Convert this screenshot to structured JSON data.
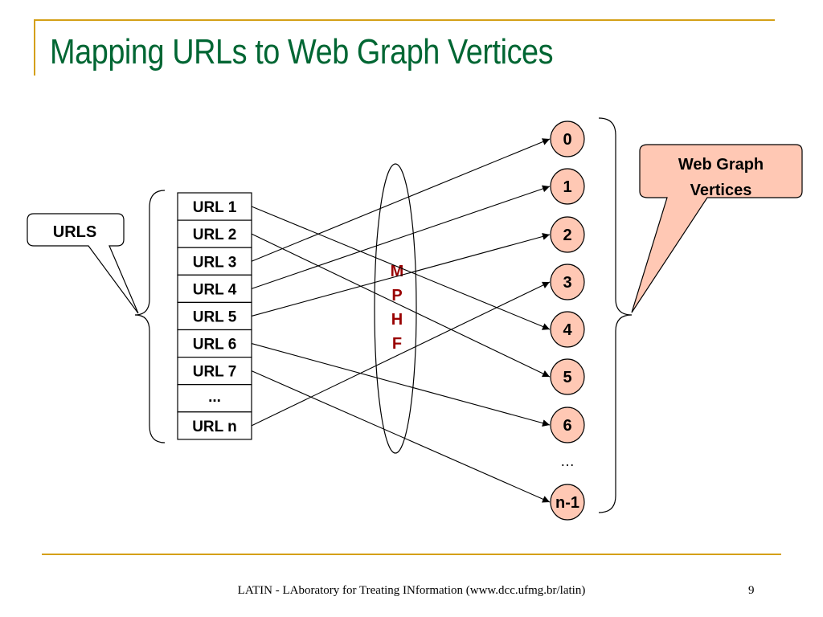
{
  "slide": {
    "title": "Mapping URLs to Web Graph Vertices",
    "footer": "LATIN - LAboratory for Treating INformation (www.dcc.ufmg.br/latin)",
    "page_number": "9"
  },
  "diagram": {
    "urls_callout": "URLS",
    "vertices_callout_line1": "Web Graph",
    "vertices_callout_line2": "Vertices",
    "mphf_letters": [
      "M",
      "P",
      "H",
      "F"
    ],
    "url_cells": [
      "URL 1",
      "URL 2",
      "URL 3",
      "URL 4",
      "URL 5",
      "URL 6",
      "URL 7",
      "...",
      "URL n"
    ],
    "vertex_nodes": [
      "0",
      "1",
      "2",
      "3",
      "4",
      "5",
      "6",
      "n-1"
    ],
    "vertex_ellipsis": "…",
    "mappings": [
      {
        "from": "URL 1",
        "to": "4"
      },
      {
        "from": "URL 2",
        "to": "5"
      },
      {
        "from": "URL 3",
        "to": "0"
      },
      {
        "from": "URL 4",
        "to": "1"
      },
      {
        "from": "URL 5",
        "to": "2"
      },
      {
        "from": "URL 6",
        "to": "6"
      },
      {
        "from": "URL 7",
        "to": "n-1"
      },
      {
        "from": "URL n",
        "to": "3"
      }
    ]
  },
  "colors": {
    "title": "#006633",
    "accent_rule": "#d4a017",
    "mphf_text": "#990000",
    "node_fill": "#ffc8b4",
    "callout_fill": "#ffc8b4"
  }
}
